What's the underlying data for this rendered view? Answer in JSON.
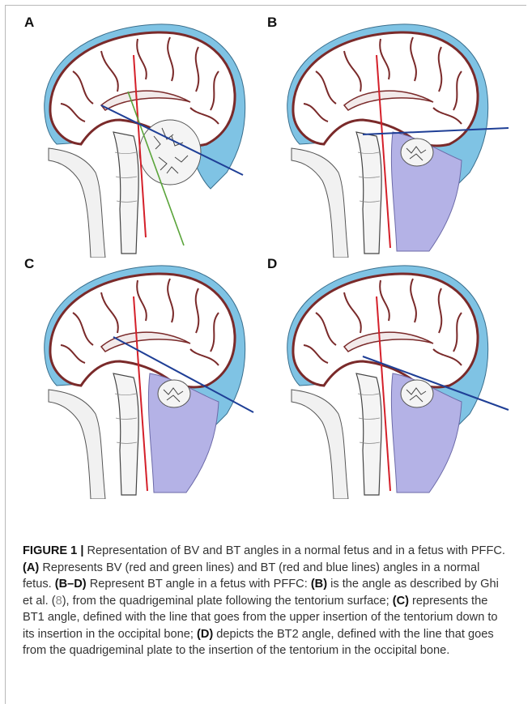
{
  "figure": {
    "panels": [
      {
        "letter": "A"
      },
      {
        "letter": "B"
      },
      {
        "letter": "C"
      },
      {
        "letter": "D"
      }
    ],
    "caption": {
      "label": "FIGURE 1 |",
      "s1": " Representation of BV and BT angles in a normal fetus and in a fetus with PFFC. ",
      "a_ref": "(A)",
      "s2": " Represents BV (red and green lines) and BT (red and blue lines) angles in a normal fetus. ",
      "bd_ref": "(B–D)",
      "s3": " Represent BT angle in a fetus with PFFC: ",
      "b_ref": "(B)",
      "s4": " is the angle as described by Ghi et al. (",
      "cite": "8",
      "s5": "), from the quadrigeminal plate following the tentorium surface; ",
      "c_ref": "(C)",
      "s6": " represents the BT1 angle, defined with the line that goes from the upper insertion of the tentorium down to its insertion in the occipital bone; ",
      "d_ref": "(D)",
      "s7": " depicts the BT2 angle, defined with the line that goes from the quadrigeminal plate to the insertion of the tentorium in the occipital bone."
    },
    "colors": {
      "csf": "#7fc3e4",
      "cyst": "#b4b2e6",
      "brain_outline": "#7a2a2a",
      "red_line": "#d4202a",
      "green_line": "#5aa43a",
      "blue_line": "#1f3f96"
    }
  }
}
